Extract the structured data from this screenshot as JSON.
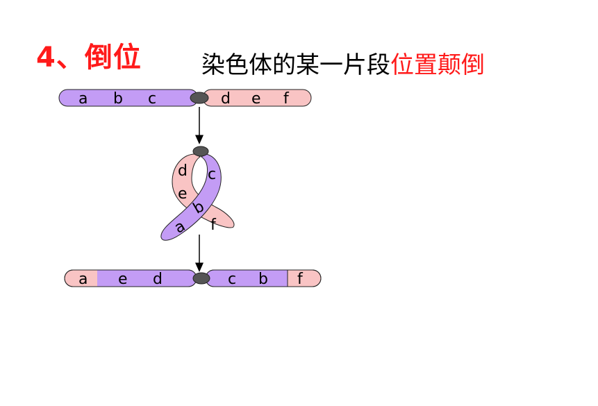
{
  "heading": {
    "number": "4、",
    "title": "倒位"
  },
  "description": {
    "text": "染色体的某一片段",
    "highlight": "位置颠倒"
  },
  "colors": {
    "accent": "#ff1a1a",
    "segment_left": "#c39cf5",
    "segment_right": "#f9c4c4",
    "centromere": "#555555"
  },
  "chromosome_original": {
    "left_labels": [
      "a",
      "b",
      "c"
    ],
    "right_labels": [
      "d",
      "e",
      "f"
    ]
  },
  "chromosome_loop": {
    "pink_labels": [
      "d",
      "e",
      "f"
    ],
    "purple_labels": [
      "c",
      "b",
      "a"
    ]
  },
  "chromosome_inverted": {
    "left_labels": [
      "a",
      "e",
      "d"
    ],
    "right_labels": [
      "c",
      "b",
      "f"
    ]
  }
}
